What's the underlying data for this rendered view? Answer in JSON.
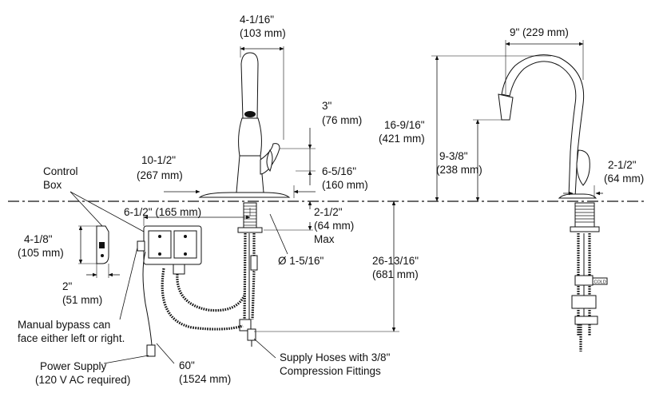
{
  "labels": {
    "top_width_in": "4-1/16\"",
    "top_width_mm": "(103 mm)",
    "handle_reach_in": "3\"",
    "handle_reach_mm": "(76 mm)",
    "handle_height_in": "6-5/16\"",
    "handle_height_mm": "(160 mm)",
    "spout_reach_in": "10-1/2\"",
    "spout_reach_mm": "(267 mm)",
    "control_box_line1": "Control",
    "control_box_line2": "Box",
    "box_offset": "6-1/2\" (165 mm)",
    "shank_len_in": "2-1/2\"",
    "shank_len_mm": "(64 mm)",
    "shank_len_max": "Max",
    "hole_dia": "Ø 1-5/16\"",
    "box_height_in": "4-1/8\"",
    "box_height_mm": "(105 mm)",
    "box_depth_in": "2\"",
    "box_depth_mm": "(51 mm)",
    "below_deck_in": "26-13/16\"",
    "below_deck_mm": "(681 mm)",
    "bypass_line1": "Manual bypass can",
    "bypass_line2": "face either left or right.",
    "power_line1": "Power Supply",
    "power_line2": "(120 V AC required)",
    "cord_len_in": "60\"",
    "cord_len_mm": "(1524 mm)",
    "hoses_line1": "Supply Hoses with 3/8\"",
    "hoses_line2": "Compression Fittings",
    "side_width_in": "9\" (229 mm)",
    "side_height_in": "16-9/16\"",
    "side_height_mm": "(421 mm)",
    "side_spout_in": "9-3/8\"",
    "side_spout_mm": "(238 mm)",
    "side_base_in": "2-1/2\"",
    "side_base_mm": "(64 mm)",
    "cold_tag": "COLD"
  }
}
